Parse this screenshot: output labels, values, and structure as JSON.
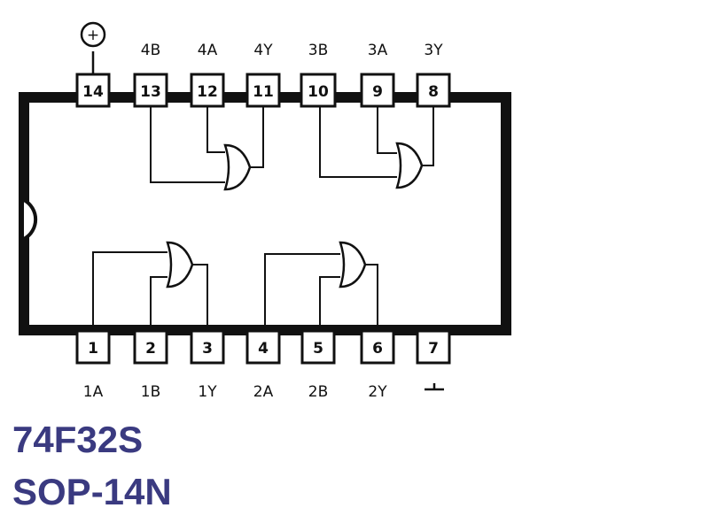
{
  "caption": {
    "part_number": "74F32S",
    "package": "SOP-14N",
    "color": "#3a3a80"
  },
  "pins_top": [
    {
      "number": "14",
      "label": "+"
    },
    {
      "number": "13",
      "label": "4B"
    },
    {
      "number": "12",
      "label": "4A"
    },
    {
      "number": "11",
      "label": "4Y"
    },
    {
      "number": "10",
      "label": "3B"
    },
    {
      "number": "9",
      "label": "3A"
    },
    {
      "number": "8",
      "label": "3Y"
    }
  ],
  "pins_bottom": [
    {
      "number": "1",
      "label": "1A"
    },
    {
      "number": "2",
      "label": "1B"
    },
    {
      "number": "3",
      "label": "1Y"
    },
    {
      "number": "4",
      "label": "2A"
    },
    {
      "number": "5",
      "label": "2B"
    },
    {
      "number": "6",
      "label": "2Y"
    },
    {
      "number": "7",
      "label": "ground"
    }
  ],
  "icons": {
    "vcc": "circled-plus-icon",
    "gnd": "ground-icon",
    "notch": "package-notch"
  },
  "gates": [
    {
      "name": "gate-4",
      "type": "OR",
      "inputs": [
        "4A",
        "4B"
      ],
      "output": "4Y"
    },
    {
      "name": "gate-3",
      "type": "OR",
      "inputs": [
        "3A",
        "3B"
      ],
      "output": "3Y"
    },
    {
      "name": "gate-1",
      "type": "OR",
      "inputs": [
        "1A",
        "1B"
      ],
      "output": "1Y"
    },
    {
      "name": "gate-2",
      "type": "OR",
      "inputs": [
        "2A",
        "2B"
      ],
      "output": "2Y"
    }
  ],
  "colors": {
    "ink": "#111111",
    "caption": "#3a3a80"
  }
}
